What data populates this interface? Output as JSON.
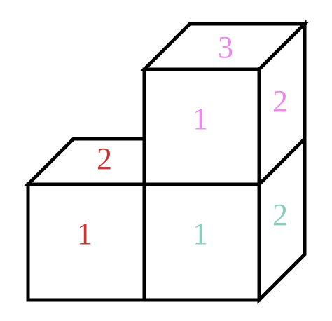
{
  "colors": {
    "red": "#cc3333",
    "pink": "#ee88ee",
    "teal": "#88ccbb",
    "outline": "#000000"
  },
  "cubes": {
    "left_bottom": {
      "front": "1",
      "top": "2"
    },
    "right_bottom": {
      "front": "1",
      "side": "2"
    },
    "right_top": {
      "front": "1",
      "side": "2",
      "top": "3"
    }
  }
}
